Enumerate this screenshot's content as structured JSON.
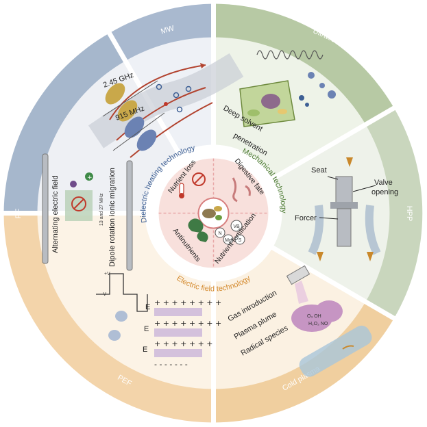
{
  "segments": {
    "mw": {
      "label": "MW",
      "freq_high": "2.45 GHz",
      "freq_low": "915 MHz",
      "color": "#a9b9cf"
    },
    "ultrasound": {
      "label": "Ultrasound",
      "caption_line1": "Deep solvent",
      "caption_line2": "penetration",
      "color": "#b7c9a4"
    },
    "hpp": {
      "label": "HPP",
      "seat": "Seat",
      "valve_line1": "Valve",
      "valve_line2": "opening",
      "forcer": "Forcer",
      "color": "#c9d6bd"
    },
    "cold_plasma": {
      "label": "Cold plasma",
      "line1": "Gas introduction",
      "line2": "Plasma plume",
      "line3": "Radical species",
      "color": "#f0cf9f"
    },
    "pef": {
      "label": "PEF",
      "e_symbol": "E",
      "plus_v": "+V",
      "minus_v": "-V",
      "color": "#f3d4aa"
    },
    "rf": {
      "label": "RF",
      "line1": "Alternating electric field",
      "line2": "Dipole rotation ionic migration",
      "freq_note": "13 and 27 MHz",
      "color": "#a6b7cc"
    }
  },
  "middle_ring": {
    "dielectric": "Dielectric heating technology",
    "mechanical": "Mechanical technology",
    "electric": "Electric field technology"
  },
  "inner": {
    "nutrient_loss": "Nutrient loss",
    "digestive_fate": "Digestive fate",
    "antinutrients": "Antinutrients",
    "nutrient_fortification": "Nutrient fortification",
    "vb": "VB",
    "mg": "Mg",
    "s": "S",
    "n": "N"
  },
  "colors": {
    "mw_dark": "#7f96b8",
    "ultrasound_dark": "#93ad7d",
    "electric_orange": "#e8a54b",
    "dielectric_blue": "#3d5f94",
    "mechanical_green": "#4c7a33",
    "inner_pink": "#f6d6d6"
  }
}
